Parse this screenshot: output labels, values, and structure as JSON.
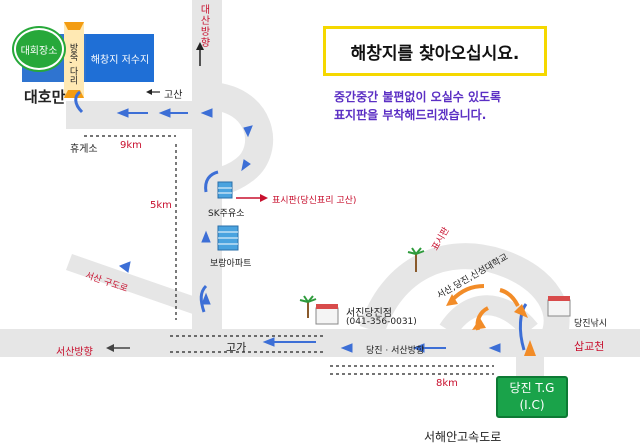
{
  "title": "해창지를 찾아오십시요.",
  "subtitle_lines": [
    "중간중간 불편없이 오실수 있도록",
    "표지판을 부착해드리겠습니다."
  ],
  "places": {
    "venue": "대회장소",
    "reservoir": "해창지 저수지",
    "dam": "방죽, 다리",
    "daehoman": "대호만",
    "rest_area": "휴게소",
    "sk_station": "SK주유소",
    "borang_apt": "보랑아파트",
    "store": "서진당진점",
    "store_phone": "(041-356-0031)",
    "dangjin_fishing": "당진낚시",
    "tg_line1": "당진 T.G",
    "tg_line2": "(I.C)",
    "expressway": "서해안고속도로"
  },
  "directions": {
    "daesan": "대산방향",
    "gosan": "고산",
    "seosan": "서산방향",
    "seosan_old_road": "서산   구도로",
    "dangjin_seosan": "당진 · 서산방향",
    "sapgyocheon": "삽교천",
    "overpass": "고가",
    "signpost_note": "표시판(당신표리 고산)",
    "sign_panel": "표시판",
    "sign_road_text": "서산,당진,신성대학교"
  },
  "distances": {
    "d9km": "9km",
    "d5km": "5km",
    "d8km": "8km"
  },
  "colors": {
    "road": "#e6e6e6",
    "route_arrow": "#3d6fd6",
    "exit_arrow": "#f28c28",
    "label_red": "#c8102e",
    "title_border": "#f5d800",
    "subtitle": "#5b2fc4",
    "tg_green": "#1aa34a"
  },
  "icons": [
    "north-arrow-icon",
    "left-arrow-icon",
    "red-arrow-icon",
    "building-icon",
    "palm-tree-icon",
    "shop-icon"
  ]
}
